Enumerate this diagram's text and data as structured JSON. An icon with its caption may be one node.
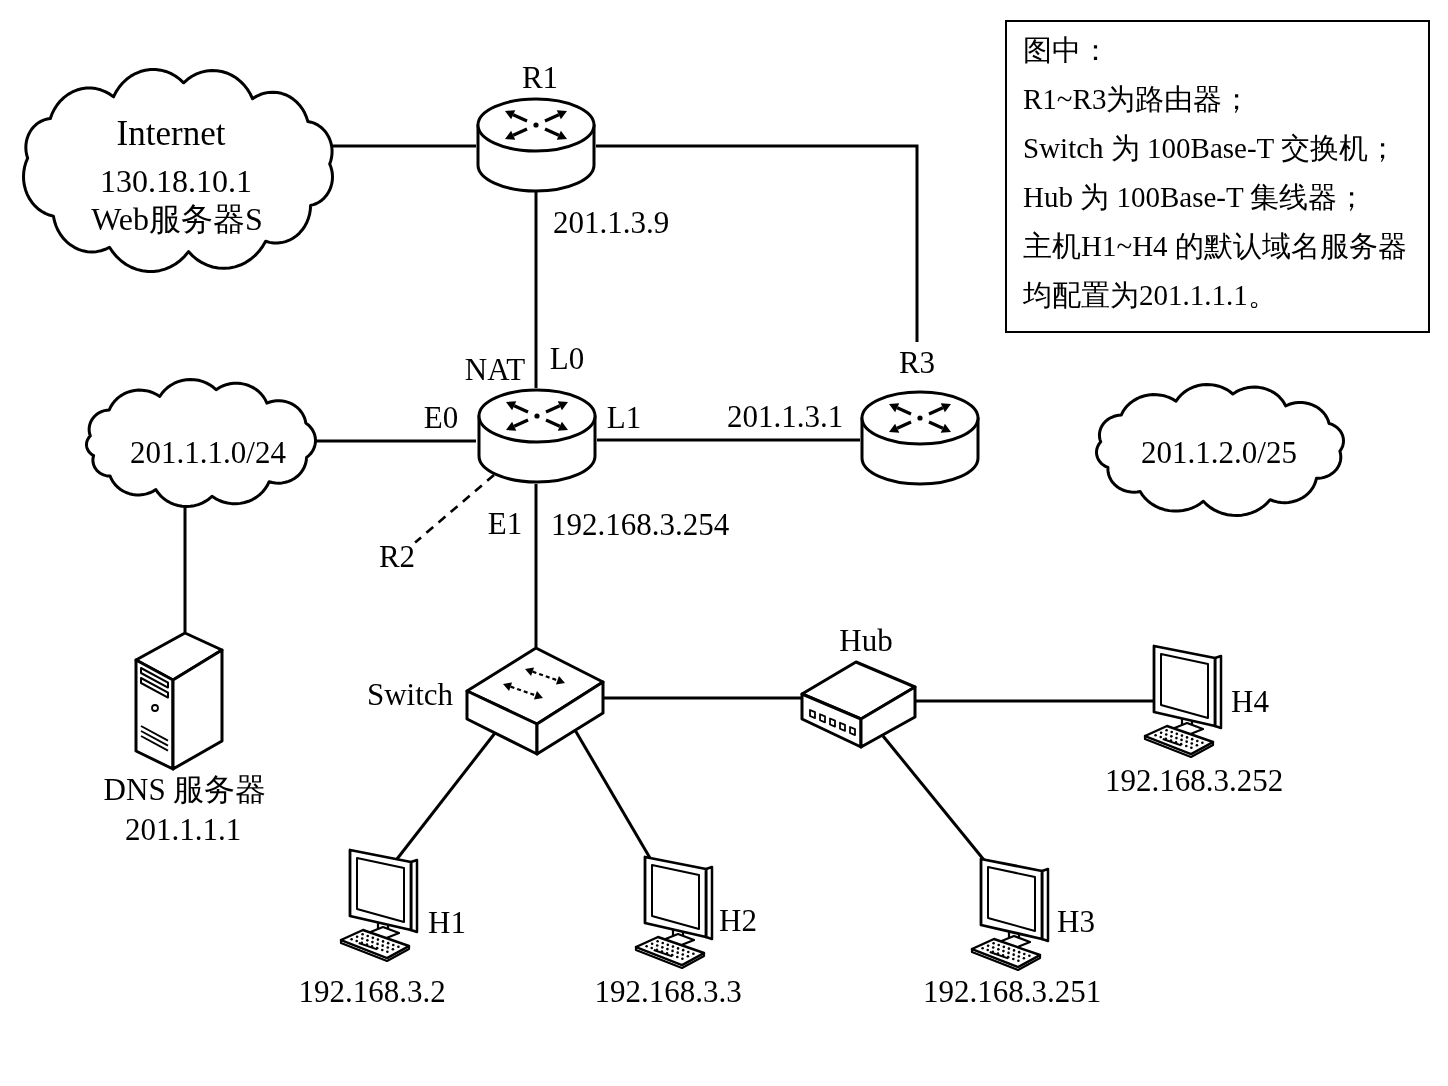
{
  "diagram": {
    "nodes": [
      {
        "text": [
          "Internet",
          "130.18.10.1",
          "Web服务器S"
        ]
      },
      {
        "text": [
          "R1"
        ]
      },
      {
        "text": [
          "图中：",
          "R1~R3为路由器；",
          "Switch 为 100Base-T 交换机；",
          "Hub 为 100Base-T 集线器；",
          "主机H1~H4 的默认域名服务器均配置为201.1.1.1。"
        ]
      },
      {
        "text": [
          "NAT"
        ],
        "beside": [
          "L0",
          "E0",
          "L1",
          "E1"
        ]
      },
      {
        "text": [
          "R3"
        ]
      },
      {
        "text": [
          "201.1.1.0/24"
        ]
      },
      {
        "text": [
          "201.1.2.0/25"
        ]
      },
      {
        "text": [
          "R2"
        ]
      },
      {
        "text": [
          "DNS 服务器",
          "201.1.1.1"
        ]
      },
      {
        "text": [
          "Switch"
        ]
      },
      {
        "text": [
          "Hub"
        ]
      },
      {
        "text": [
          "H4"
        ],
        "beside": [
          "192.168.3.252"
        ]
      },
      {
        "text": [
          "H1"
        ],
        "beside": [
          "192.168.3.2"
        ]
      },
      {
        "text": [
          "H2"
        ],
        "beside": [
          "192.168.3.3"
        ]
      },
      {
        "text": [
          "H3"
        ],
        "beside": [
          "192.168.3.251"
        ]
      }
    ],
    "edges": [
      {
        "from": 0,
        "to": 1,
        "arrow": "none"
      },
      {
        "from": 1,
        "to": 3,
        "arrow": "none",
        "label": "201.1.3.9"
      },
      {
        "from": 1,
        "to": 4,
        "arrow": "none"
      },
      {
        "from": 5,
        "to": 3,
        "arrow": "none"
      },
      {
        "from": 3,
        "to": 4,
        "arrow": "none",
        "label": "201.1.3.1"
      },
      {
        "from": 3,
        "to": 7,
        "arrow": "none",
        "style": "dashed"
      },
      {
        "from": 3,
        "to": 9,
        "arrow": "none",
        "label": "192.168.3.254"
      },
      {
        "from": 5,
        "to": 8,
        "arrow": "none"
      },
      {
        "from": 9,
        "to": 10,
        "arrow": "none"
      },
      {
        "from": 10,
        "to": 11,
        "arrow": "none"
      },
      {
        "from": 9,
        "to": 12,
        "arrow": "none"
      },
      {
        "from": 9,
        "to": 13,
        "arrow": "none"
      },
      {
        "from": 10,
        "to": 14,
        "arrow": "none"
      }
    ]
  }
}
